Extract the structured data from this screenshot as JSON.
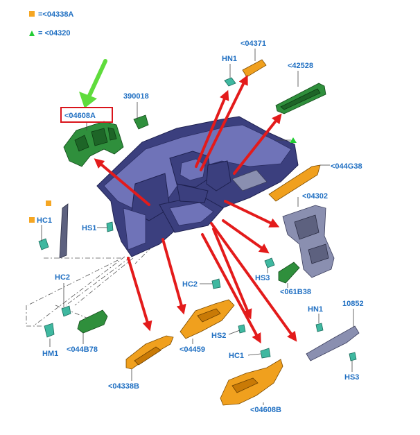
{
  "legend": [
    {
      "symbol": "orange-square",
      "color": "#f5a623",
      "text": "=<04338A"
    },
    {
      "symbol": "green-triangle",
      "color": "#22cc33",
      "text": "= <04320"
    }
  ],
  "labels": {
    "l_04608A": "<04608A",
    "l_390018": "390018",
    "l_HN1_top": "HN1",
    "l_04371": "<04371",
    "l_42528": "<42528",
    "l_044G38": "<044G38",
    "l_04302": "<04302",
    "l_HC1_left": "HC1",
    "l_HS1": "HS1",
    "l_HS3_mid": "HS3",
    "l_061B38": "<061B38",
    "l_HC2_left": "HC2",
    "l_HC2_mid": "HC2",
    "l_HM1": "HM1",
    "l_044B78": "<044B78",
    "l_04459": "<04459",
    "l_HS2": "HS2",
    "l_HC1_bottom": "HC1",
    "l_04338B": "<04338B",
    "l_04608B": "<04608B",
    "l_HN1_right": "HN1",
    "l_10852": "10852",
    "l_HS3_right": "HS3"
  },
  "colors": {
    "label_blue": "#1f6fc2",
    "highlight_box": "#d9141b",
    "callout_arrow_green": "#5fdc3c",
    "explode_arrow_red": "#e31b1b"
  },
  "icons": [
    "green-down-arrow-icon",
    "red-arrow-icon"
  ]
}
